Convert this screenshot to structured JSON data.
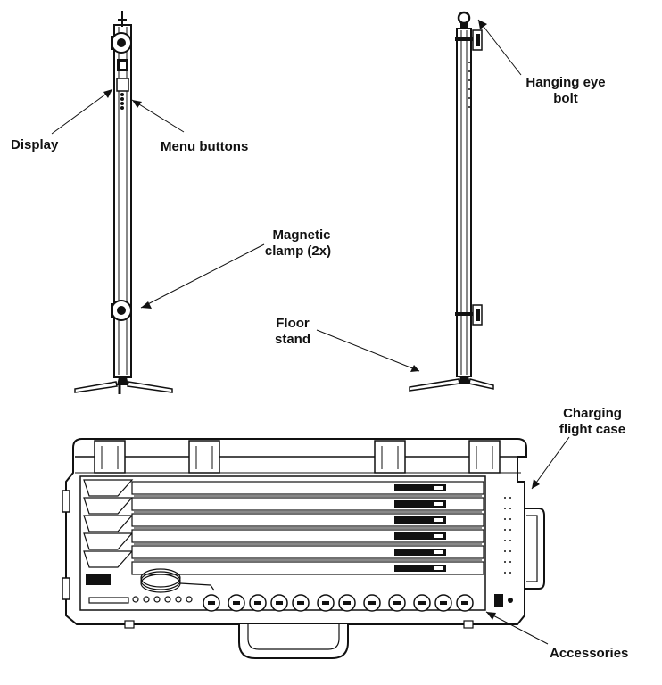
{
  "labels": {
    "display": "Display",
    "menu_buttons": "Menu buttons",
    "magnetic_clamp_1": "Magnetic",
    "magnetic_clamp_2": "clamp (2x)",
    "hanging_eye_bolt_1": "Hanging eye",
    "hanging_eye_bolt_2": "bolt",
    "floor_stand_1": "Floor",
    "floor_stand_2": "stand",
    "charging_flight_case_1": "Charging",
    "charging_flight_case_2": "flight case",
    "accessories": "Accessories"
  }
}
